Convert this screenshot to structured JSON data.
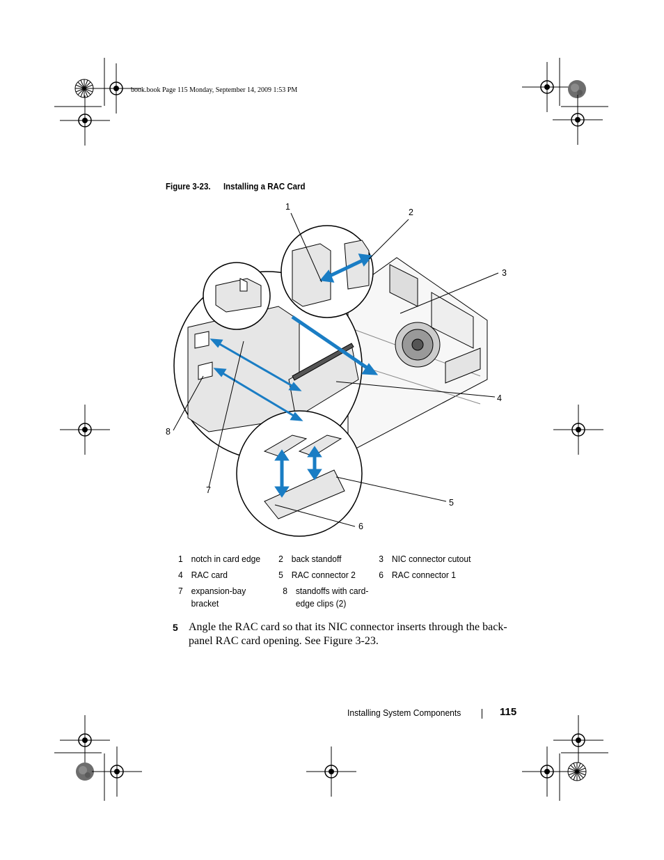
{
  "header": {
    "meta": "book.book  Page 115  Monday, September 14, 2009  1:53 PM"
  },
  "figure": {
    "label": "Figure 3-23.",
    "title": "Installing a RAC Card",
    "callouts": [
      "1",
      "2",
      "3",
      "4",
      "5",
      "6",
      "7",
      "8"
    ]
  },
  "legend": {
    "rows": [
      [
        {
          "num": "1",
          "text": "notch in card edge"
        },
        {
          "num": "2",
          "text": "back standoff"
        },
        {
          "num": "3",
          "text": "NIC connector cutout"
        }
      ],
      [
        {
          "num": "4",
          "text": "RAC card"
        },
        {
          "num": "5",
          "text": "RAC connector 2"
        },
        {
          "num": "6",
          "text": "RAC connector 1"
        }
      ],
      [
        {
          "num": "7",
          "text": "expansion-bay bracket"
        },
        {
          "num": "8",
          "text": "standoffs with card-edge clips (2)"
        },
        {
          "num": "",
          "text": ""
        }
      ]
    ]
  },
  "step": {
    "number": "5",
    "text": "Angle the RAC card so that its NIC connector inserts through the back-panel RAC card opening. See Figure 3-23."
  },
  "footer": {
    "section": "Installing System Components",
    "page": "115"
  },
  "colors": {
    "arrow_blue": "#1a7dc4",
    "ink": "#000000",
    "panel_gray": "#e6e6e6"
  }
}
